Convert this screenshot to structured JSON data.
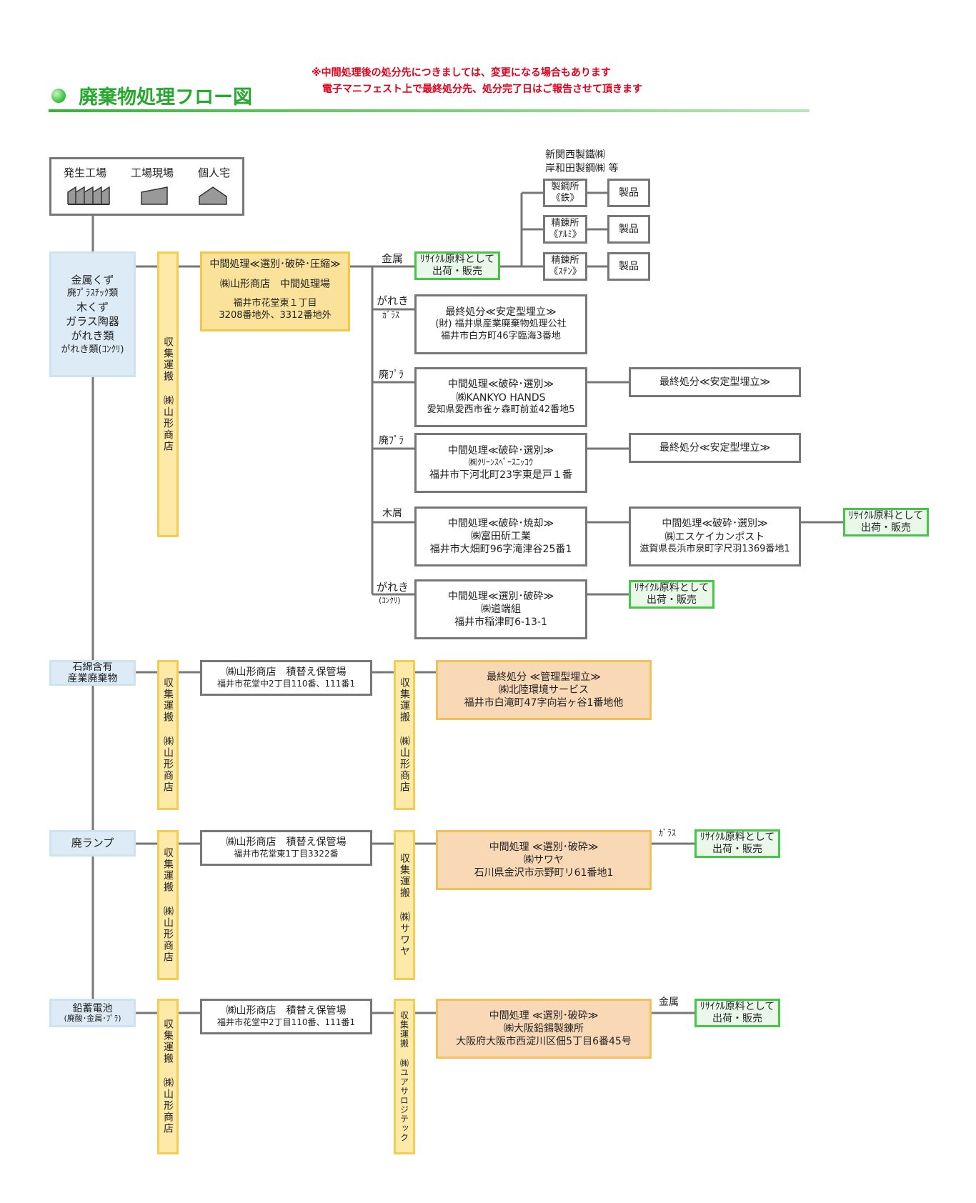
{
  "title": "廃棄物処理フロー図",
  "notes": [
    "※中間処理後の処分先につきましては、変更になる場合もあります",
    "電子マニフェスト上で最終処分先、処分完了日はご報告させて頂きます"
  ],
  "colors": {
    "accent_green": "#27a82e",
    "notice_red": "#e2001a",
    "line_gray": "#777777",
    "yellow_border": "#f2c84b",
    "yellow_fill": "#fbe29a",
    "peach_fill": "#f9d8b6",
    "blue_fill": "#dcebf6",
    "recycle_border": "#46c646"
  },
  "sources": {
    "items": [
      "発生工場",
      "工場現場",
      "個人宅"
    ],
    "icons": [
      "factory-icon",
      "building-icon",
      "house-icon"
    ]
  },
  "steelmakers": [
    "新関西製鐵㈱",
    "岸和田製鋼㈱ 等"
  ],
  "metal_waste": [
    "金属くず",
    "廃ﾌﾟﾗｽﾁｯｸ類",
    "木くず",
    "ガラス陶器",
    "がれき類",
    "がれき類(ｺﾝｸﾘ)"
  ],
  "transport": {
    "yamagata": "収集運搬 ㈱山形商店",
    "sawaya": "収集運搬 ㈱サワヤ",
    "yuasa": "収集運搬 ㈱ユアサロジテック"
  },
  "yamagata_plant": [
    "中間処理≪選別･破砕･圧縮≫",
    "㈱山形商店　中間処理場",
    "福井市花堂東１丁目",
    "3208番地外、3312番地外"
  ],
  "branch_labels": {
    "metal": "金属",
    "rubble": "がれき",
    "glass": "ｶﾞﾗｽ",
    "plastic1": "廃ﾌﾟﾗ",
    "plastic2": "廃ﾌﾟﾗ",
    "wood": "木屑",
    "rubble2": "がれき",
    "concrete": "(ｺﾝｸﾘ)",
    "lamp_glass": "ｶﾞﾗｽ",
    "battery_metal": "金属"
  },
  "recycle": "ﾘｻｲｸﾙ原料として\n出荷・販売",
  "refineries": [
    {
      "name": "製鋼所",
      "metal": "《鉄》",
      "product": "製品"
    },
    {
      "name": "精錬所",
      "metal": "《ｱﾙﾐ》",
      "product": "製品"
    },
    {
      "name": "精錬所",
      "metal": "《ｽﾃﾝ》",
      "product": "製品"
    }
  ],
  "disposal": {
    "landfill_fukui": [
      "最終処分≪安定型埋立≫",
      "(財) 福井県産業廃棄物処理公社",
      "福井市白方町46字臨海3番地"
    ],
    "kankyo": [
      "中間処理≪破砕･選別≫",
      "㈱KANKYO HANDS",
      "愛知県愛西市雀ヶ森町前並42番地5"
    ],
    "kankyo_final": "最終処分≪安定型埋立≫",
    "cleanspace": [
      "中間処理≪破砕･選別≫",
      "㈱ｸﾘｰﾝｽﾍﾟｰｽﾆｯｺｳ",
      "福井市下河北町23字東是戸１番"
    ],
    "cleanspace_final": "最終処分≪安定型埋立≫",
    "tomita": [
      "中間処理≪破砕･焼却≫",
      "㈱富田斫工業",
      "福井市大畑町96字滝津谷25番1"
    ],
    "esk": [
      "中間処理≪破砕･選別≫",
      "㈱エスケイカンポスト",
      "滋賀県長浜市泉町字尺羽1369番地1"
    ],
    "douhata": [
      "中間処理≪選別･破砕≫",
      "㈱道端組",
      "福井市稲津町6-13-1"
    ]
  },
  "asbestos": {
    "source": [
      "石綿含有",
      "産業廃棄物"
    ],
    "storage": [
      "㈱山形商店　積替え保管場",
      "福井市花堂中2丁目110番、111番1"
    ],
    "final": [
      "最終処分 ≪管理型埋立≫",
      "㈱北陸環境サービス",
      "福井市白滝町47字向岩ヶ谷1番地他"
    ]
  },
  "lamp": {
    "source": "廃ランプ",
    "storage": [
      "㈱山形商店　積替え保管場",
      "福井市花堂東1丁目3322番"
    ],
    "process": [
      "中間処理 ≪選別･破砕≫",
      "㈱サワヤ",
      "石川県金沢市示野町リ61番地1"
    ]
  },
  "battery": {
    "source": [
      "鉛蓄電池",
      "(廃酸･金属･ﾌﾟﾗ)"
    ],
    "storage": [
      "㈱山形商店　積替え保管場",
      "福井市花堂中2丁目110番、111番1"
    ],
    "process": [
      "中間処理 ≪選別･破砕≫",
      "㈱大阪鉛錫製錬所",
      "大阪府大阪市西淀川区佃5丁目6番45号"
    ]
  }
}
